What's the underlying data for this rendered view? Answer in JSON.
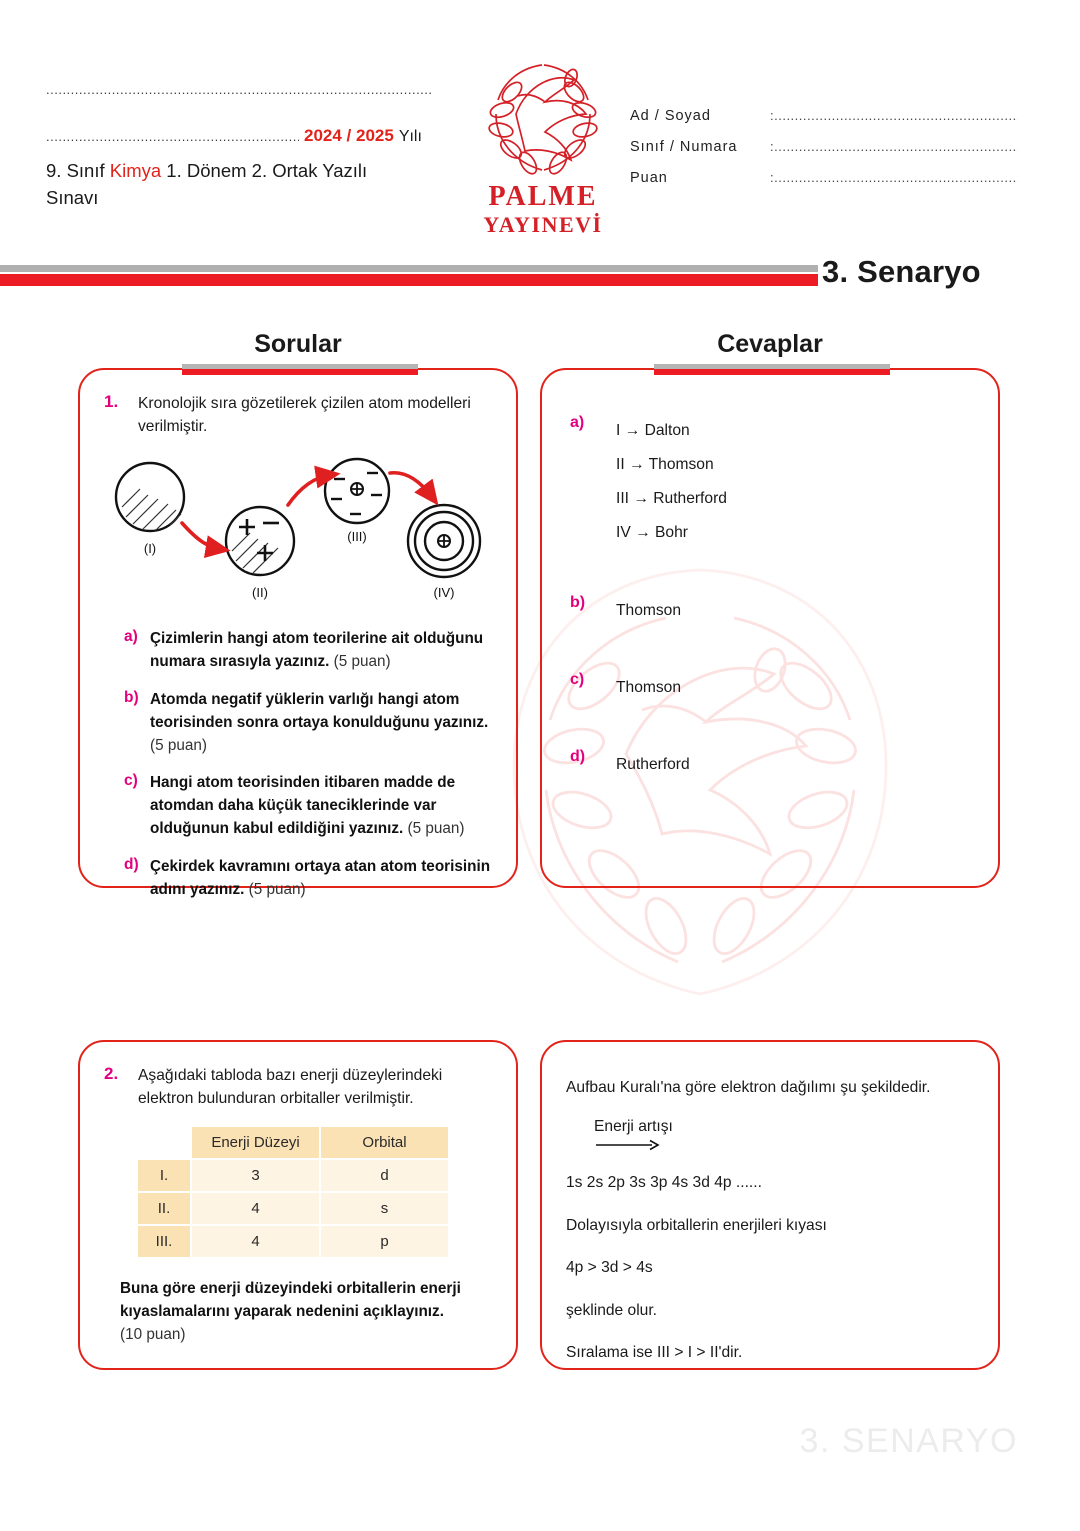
{
  "header": {
    "blank_line_dots": "...........................................................................................................................",
    "school_line_dots": "....................................................................................",
    "year": "2024 / 2025",
    "year_suffix": "Yılı",
    "exam_title_part1": "9. Sınıf ",
    "exam_title_subject": "Kimya",
    "exam_title_part2": " 1. Dönem 2. Ortak Yazılı Sınavı",
    "logo_name_line1": "PALME",
    "logo_name_line2": "YAYINEVİ",
    "student_info": [
      {
        "label": "Ad / Soyad",
        "dots": ":............................................................................"
      },
      {
        "label": "Sınıf / Numara",
        "dots": ":............................................................................"
      },
      {
        "label": "Puan",
        "dots": ":............................................................................"
      }
    ]
  },
  "divider": {
    "scenario_title": "3. Senaryo",
    "gray_color": "#b0b0b0",
    "red_color": "#ed1c24"
  },
  "columns": {
    "questions_heading": "Sorular",
    "answers_heading": "Cevaplar"
  },
  "question1": {
    "number": "1.",
    "stem": "Kronolojik sıra gözetilerek çizilen atom modelleri verilmiştir.",
    "diagram": {
      "labels": [
        "(I)",
        "(II)",
        "(III)",
        "(IV)"
      ],
      "model2_signs": [
        "+",
        "−",
        "+"
      ],
      "model3_signs": [
        "−",
        "−",
        "−",
        "−",
        "−"
      ],
      "nucleus_symbol": "⊕"
    },
    "subquestions": [
      {
        "label": "a)",
        "text": "Çizimlerin hangi atom teorilerine ait olduğunu numara sırasıyla yazınız. ",
        "points": "(5 puan)"
      },
      {
        "label": "b)",
        "text": "Atomda negatif yüklerin varlığı hangi atom teorisinden sonra ortaya konulduğunu yazınız. ",
        "points": "(5 puan)"
      },
      {
        "label": "c)",
        "text": "Hangi atom teorisinden itibaren madde de atomdan daha küçük taneciklerinde var olduğunun kabul edildiğini yazınız. ",
        "points": "(5 puan)"
      },
      {
        "label": "d)",
        "text": "Çekirdek kavramını ortaya atan atom teorisinin adını yazınız. ",
        "points": "(5 puan)"
      }
    ]
  },
  "answer1": {
    "a": {
      "label": "a)",
      "lines": [
        "I → Dalton",
        "II → Thomson",
        "III → Rutherford",
        "IV → Bohr"
      ]
    },
    "b": {
      "label": "b)",
      "text": "Thomson"
    },
    "c": {
      "label": "c)",
      "text": "Thomson"
    },
    "d": {
      "label": "d)",
      "text": "Rutherford"
    }
  },
  "question2": {
    "number": "2.",
    "stem": "Aşağıdaki tabloda bazı enerji düzeylerindeki elektron bulunduran orbitaller verilmiştir.",
    "table": {
      "headers": [
        "",
        "Enerji Düzeyi",
        "Orbital"
      ],
      "rows": [
        [
          "I.",
          "3",
          "d"
        ],
        [
          "II.",
          "4",
          "s"
        ],
        [
          "III.",
          "4",
          "p"
        ]
      ]
    },
    "prompt": "Buna göre enerji düzeyindeki orbitallerin enerji kıyaslamalarını yaparak nedenini açıklayınız. ",
    "points": "(10 puan)"
  },
  "answer2": {
    "intro": "Aufbau Kuralı'na göre elektron dağılımı şu şekildedir.",
    "energy_label": "Enerji artışı",
    "orbital_sequence": "1s 2s 2p 3s 3p 4s 3d 4p ......",
    "line2": "Dolayısıyla orbitallerin enerjileri kıyası",
    "comparison": "4p > 3d > 4s",
    "line3": "şeklinde olur.",
    "line4": "Sıralama ise III > I > II'dir."
  },
  "footer": {
    "watermark_text": "3. SENARYO"
  },
  "colors": {
    "accent_red": "#e2231a",
    "bright_red": "#ed1c24",
    "magenta": "#e2007e",
    "table_header": "#fbe2b4",
    "table_cell": "#fdf4e3"
  }
}
